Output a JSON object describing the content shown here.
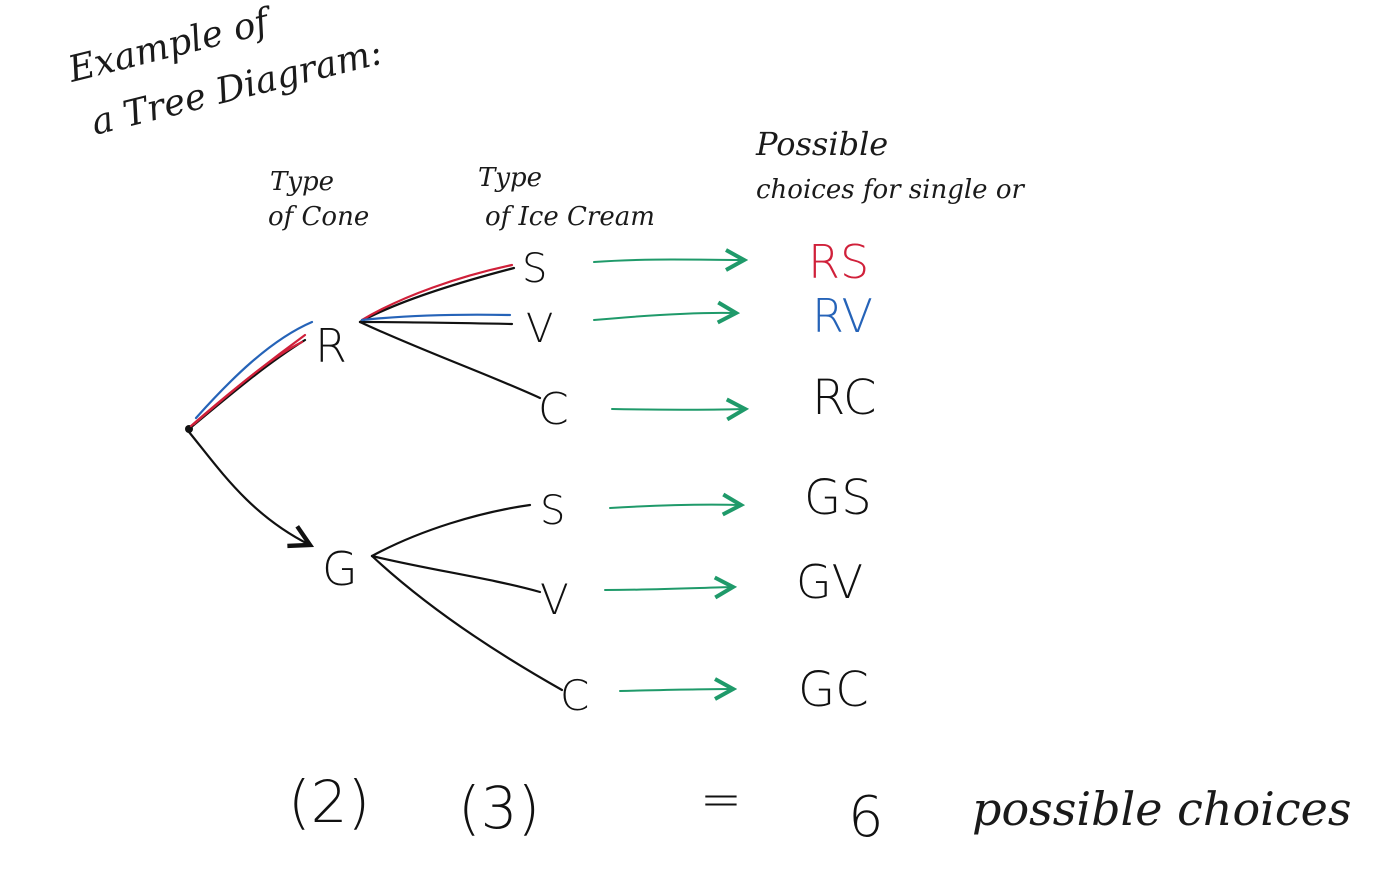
{
  "title": {
    "line1": "Example of",
    "line2": "a Tree Diagram:"
  },
  "headers": {
    "cone": [
      "Type",
      "of Cone"
    ],
    "ice_cream": [
      "Type",
      "of Ice Cream"
    ],
    "choices": [
      "Possible",
      "choices for single or"
    ]
  },
  "cone_nodes": [
    "R",
    "G"
  ],
  "flavor_nodes": [
    "S",
    "V",
    "C",
    "S",
    "V",
    "C"
  ],
  "outcomes": [
    "RS",
    "RV",
    "RC",
    "GS",
    "GV",
    "GC"
  ],
  "equation": {
    "factor1": "(2)",
    "factor2": "(3)",
    "equals": "=",
    "result": "6",
    "label": "possible choices"
  },
  "colors": {
    "ink": "#111111",
    "highlight_red": "#d0203a",
    "highlight_blue": "#2563b8",
    "arrow_green": "#1f9a6a"
  }
}
